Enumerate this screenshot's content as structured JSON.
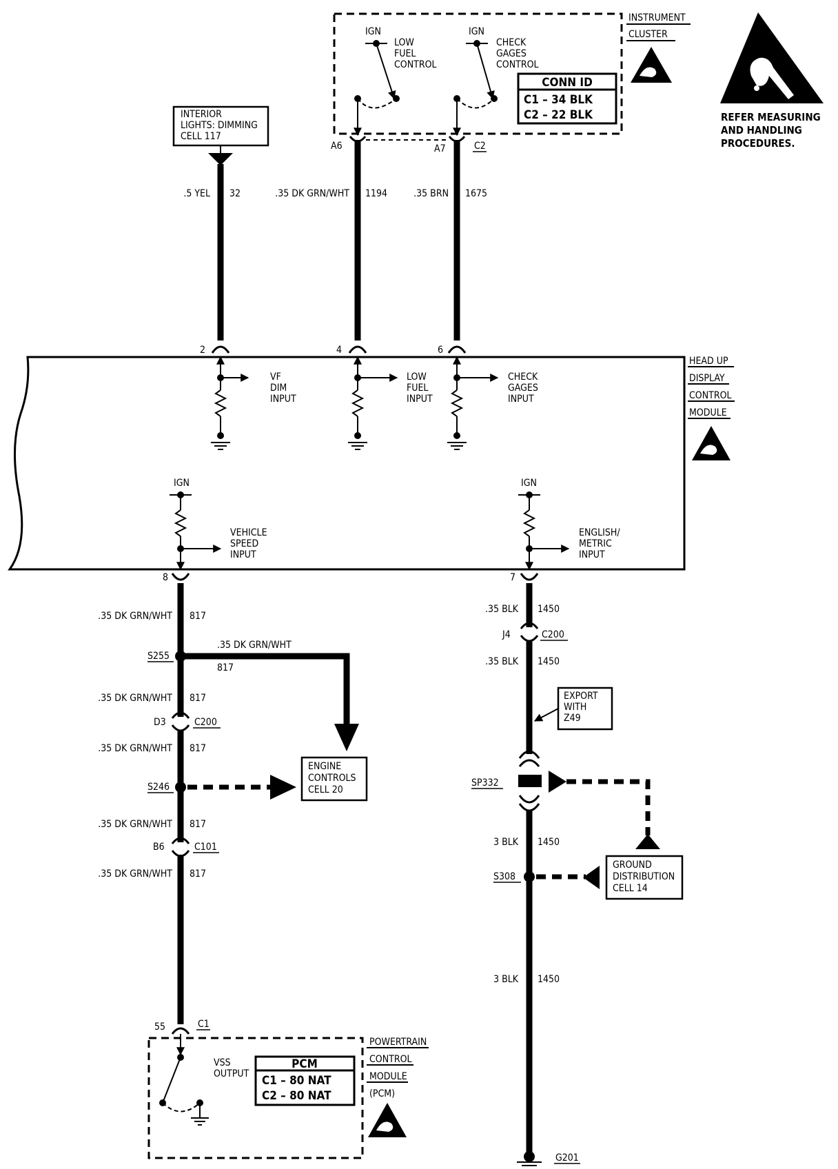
{
  "colors": {
    "ink": "#000000",
    "paper": "#ffffff"
  },
  "esd": {
    "notice": [
      "REFER MEASURING",
      "AND HANDLING",
      "PROCEDURES."
    ],
    "icon": "esd-warning-icon"
  },
  "instrument_cluster": {
    "title": [
      "INSTRUMENT",
      "CLUSTER"
    ],
    "ign_left": "IGN",
    "ign_right": "IGN",
    "low_fuel": [
      "LOW",
      "FUEL",
      "CONTROL"
    ],
    "check_gages": [
      "CHECK",
      "GAGES",
      "CONTROL"
    ],
    "conn_header": "CONN ID",
    "conn_c1": "C1 – 34 BLK",
    "conn_c2": "C2 – 22 BLK",
    "pin_a6": "A6",
    "pin_a7": "A7",
    "conn_c2_label": "C2"
  },
  "interior_lights": [
    "INTERIOR",
    "LIGHTS: DIMMING",
    "CELL 117"
  ],
  "wires_top": [
    {
      "gauge": ".5 YEL",
      "circuit": "32"
    },
    {
      "gauge": ".35 DK GRN/WHT",
      "circuit": "1194"
    },
    {
      "gauge": ".35 BRN",
      "circuit": "1675"
    }
  ],
  "hud": {
    "title": [
      "HEAD UP",
      "DISPLAY",
      "CONTROL",
      "MODULE"
    ],
    "pins_top": [
      "2",
      "4",
      "6"
    ],
    "inputs_top": [
      [
        "VF",
        "DIM",
        "INPUT"
      ],
      [
        "LOW",
        "FUEL",
        "INPUT"
      ],
      [
        "CHECK",
        "GAGES",
        "INPUT"
      ]
    ],
    "ign_left": "IGN",
    "ign_right": "IGN",
    "vehicle_speed": [
      "VEHICLE",
      "SPEED",
      "INPUT"
    ],
    "english_metric": [
      "ENGLISH/",
      "METRIC",
      "INPUT"
    ],
    "pin_8": "8",
    "pin_7": "7"
  },
  "left_circuit": {
    "wire": ".35 DK GRN/WHT",
    "circuit": "817",
    "s255": "S255",
    "branch_wire": ".35 DK GRN/WHT",
    "branch_circuit": "817",
    "d3": "D3",
    "c200": "C200",
    "s246": "S246",
    "engine": [
      "ENGINE",
      "CONTROLS",
      "CELL 20"
    ],
    "b6": "B6",
    "c101": "C101",
    "pin_55": "55",
    "c1": "C1"
  },
  "pcm": {
    "title": [
      "POWERTRAIN",
      "CONTROL",
      "MODULE",
      "(PCM)"
    ],
    "vss": [
      "VSS",
      "OUTPUT"
    ],
    "header": "PCM",
    "c1": "C1 – 80 NAT",
    "c2": "C2 – 80 NAT"
  },
  "right_circuit": {
    "wire_a": ".35 BLK",
    "circuit": "1450",
    "j4": "J4",
    "c200": "C200",
    "export": [
      "EXPORT",
      "WITH",
      "Z49"
    ],
    "sp332": "SP332",
    "wire_b": "3 BLK",
    "s308": "S308",
    "ground": [
      "GROUND",
      "DISTRIBUTION",
      "CELL 14"
    ],
    "g201": "G201"
  }
}
